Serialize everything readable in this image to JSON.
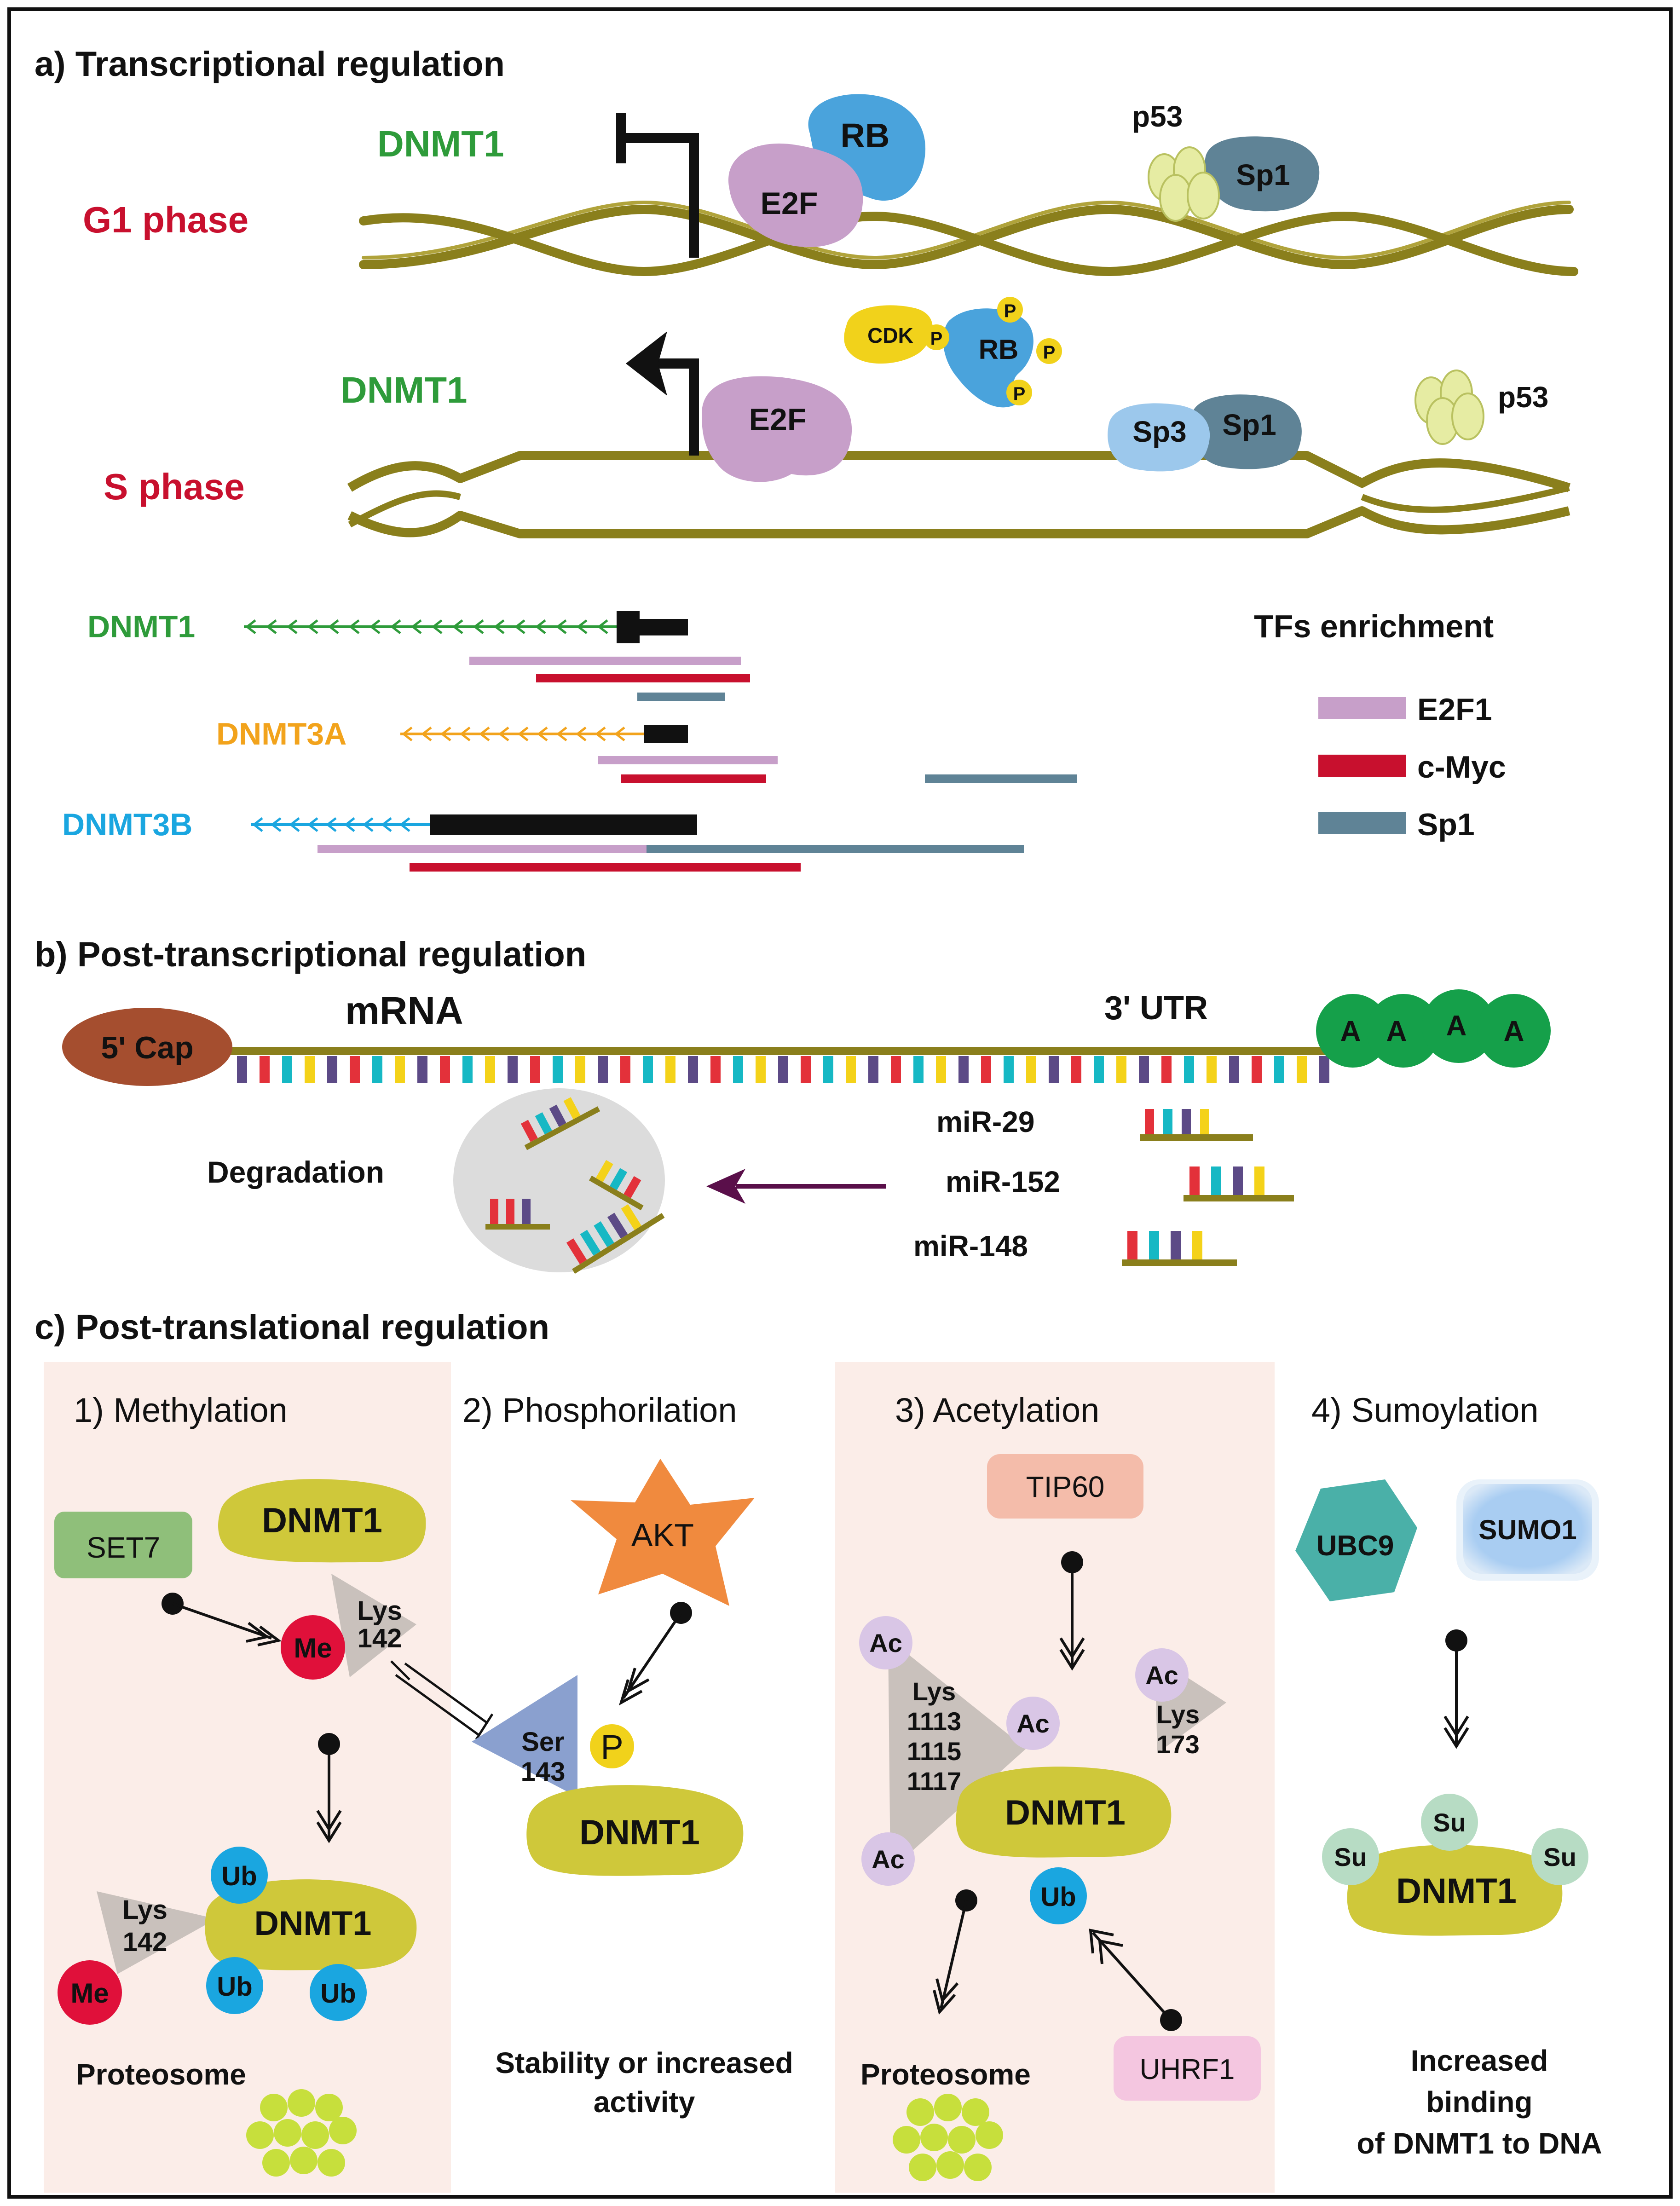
{
  "panel_a": {
    "title": "a) Transcriptional regulation",
    "g1_label": "G1 phase",
    "s_label": "S phase",
    "gene": "DNMT1",
    "proteins": {
      "rb": "RB",
      "e2f": "E2F",
      "p53": "p53",
      "sp1": "Sp1",
      "sp3": "Sp3",
      "cdk": "CDK",
      "p": "P"
    },
    "gene_tracks": [
      {
        "name": "DNMT1",
        "color": "#2e9b3a"
      },
      {
        "name": "DNMT3A",
        "color": "#f2a31c"
      },
      {
        "name": "DNMT3B",
        "color": "#1aa6e0"
      }
    ],
    "legend": {
      "title": "TFs enrichment",
      "items": [
        {
          "label": "E2F1",
          "color": "#c79fc9"
        },
        {
          "label": "c-Myc",
          "color": "#c8102e"
        },
        {
          "label": "Sp1",
          "color": "#5f8396"
        }
      ]
    }
  },
  "panel_b": {
    "title": "b) Post-transcriptional regulation",
    "cap": "5' Cap",
    "mrna": "mRNA",
    "utr": "3' UTR",
    "polya": [
      "A",
      "A",
      "A",
      "A"
    ],
    "mirnas": [
      "miR-29",
      "miR-152",
      "miR-148"
    ],
    "degradation": "Degradation"
  },
  "panel_c": {
    "title": "c) Post-translational regulation",
    "sections": [
      {
        "title": "1) Methylation"
      },
      {
        "title": "2) Phosphorilation"
      },
      {
        "title": "3) Acetylation"
      },
      {
        "title": "4) Sumoylation"
      }
    ],
    "dnmt1": "DNMT1",
    "set7": "SET7",
    "me": "Me",
    "ub": "Ub",
    "ac": "Ac",
    "su": "Su",
    "lys": "Lys",
    "lys142": "142",
    "lys_acet": [
      "1113",
      "1115",
      "1117"
    ],
    "lys173": "173",
    "ser": "Ser",
    "ser143": "143",
    "p": "P",
    "akt": "AKT",
    "tip60": "TIP60",
    "uhrf1": "UHRF1",
    "ubc9": "UBC9",
    "sumo1": "SUMO1",
    "proteosome": "Proteosome",
    "stability": [
      "Stability or increased",
      "activity"
    ],
    "binding": [
      "Increased",
      "binding",
      "of DNMT1 to DNA"
    ]
  },
  "colors": {
    "dna": "#8a7f1c",
    "e2f": "#c79fc9",
    "rb": "#4aa3dc",
    "sp1": "#5f8396",
    "sp3": "#9cc8ec",
    "p53": "#e6eca3",
    "cdk": "#f1d21b",
    "phase": "#c8102e",
    "gene_green": "#2e9b3a",
    "dnmt1_protein": "#cfc83a",
    "cap": "#a54e2f",
    "polya": "#15a04a",
    "me": "#e0103a",
    "ub": "#1aa6e0",
    "acetyl": "#d9c6e6",
    "su": "#b7dcc4",
    "box_bg": "#fbede8",
    "degrade_arrow": "#5a0f4a"
  }
}
